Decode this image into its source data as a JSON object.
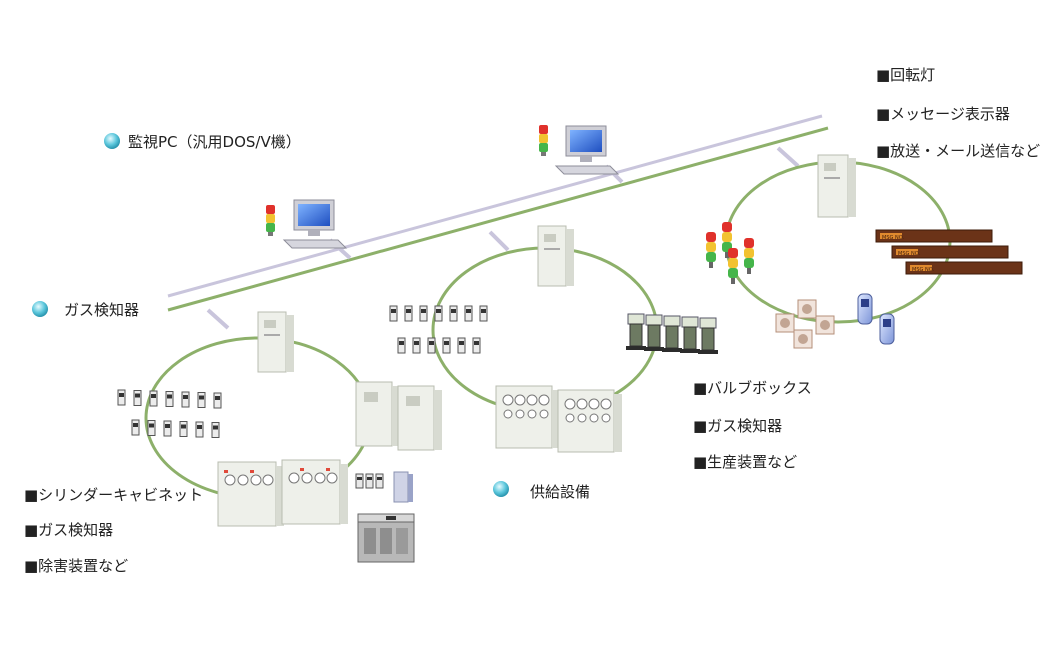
{
  "labels": {
    "monitor_pc": "監視PC（汎用DOS/V機）",
    "gas_detector": "ガス検知器",
    "supply_equipment": "供給設備"
  },
  "notes": {
    "top_right": [
      "■回転灯",
      "■メッセージ表示器",
      "■放送・メール送信など"
    ],
    "middle_right": [
      "■バルブボックス",
      "■ガス検知器",
      "■生産装置など"
    ],
    "bottom_left": [
      "■シリンダーキャビネット",
      "■ガス検知器",
      "■除害装置など"
    ]
  },
  "display_board_text": "MSG NO.",
  "colors": {
    "bus": "#c9c5dc",
    "ring": "#8db06a",
    "bullet_icon": "#3fb3c9",
    "message_board": "#7a3a1c"
  },
  "icons": [
    "bullet-globe-icon",
    "computer-icon",
    "signal-tower-icon",
    "control-panel-icon",
    "gas-detector-icon",
    "cylinder-cabinet-icon",
    "valve-box-icon",
    "abatement-unit-icon",
    "message-display-icon",
    "mobile-phone-icon",
    "speaker-icon"
  ]
}
